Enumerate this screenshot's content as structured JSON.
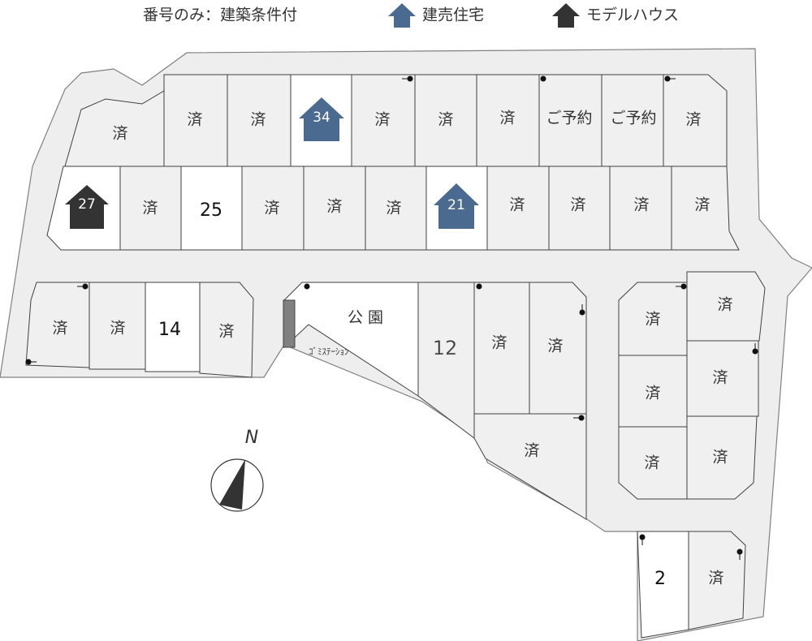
{
  "legend": {
    "numbered_only": "番号のみ：建築条件付",
    "for_sale_house": "建売住宅",
    "model_house": "モデルハウス",
    "colors": {
      "for_sale": "#4a6b8f",
      "model": "#333333"
    }
  },
  "compass_label": "N",
  "park_label": "公 園",
  "garbage_station_label": "ｺﾞﾐｽﾃｰｼｮﾝ",
  "lots": {
    "row1": [
      "済",
      "済",
      "済",
      "34",
      "済",
      "済",
      "済",
      "ご予約",
      "ご予約",
      "済"
    ],
    "row2": [
      "27",
      "済",
      "25",
      "済",
      "済",
      "済",
      "21",
      "済",
      "済",
      "済",
      "済"
    ],
    "left_block": [
      "済",
      "済",
      "14",
      "済"
    ],
    "mid_block": [
      "12",
      "済",
      "済",
      "済"
    ],
    "right_block": [
      "済",
      "済",
      "済",
      "済",
      "済",
      "済"
    ],
    "bottom": [
      "2",
      "済"
    ]
  }
}
